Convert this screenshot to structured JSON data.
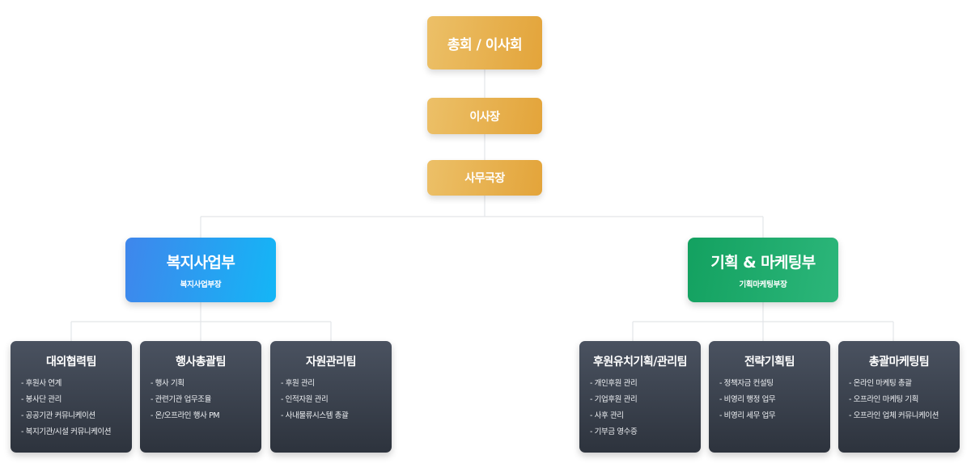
{
  "top": {
    "assembly": "총회 / 이사회",
    "chairman": "이사장",
    "secretary_general": "사무국장"
  },
  "divisions": [
    {
      "title": "복지사업부",
      "head": "복지사업부장",
      "color": "#3f86ec"
    },
    {
      "title": "기획 & 마케팅부",
      "head": "기획마케팅부장",
      "color": "#13a160"
    }
  ],
  "teams": [
    {
      "title": "대외협력팀",
      "duties": [
        "- 후원사 연계",
        "- 봉사단 관리",
        "- 공공기관 커뮤니케이션",
        "- 복지기관/시설 커뮤니케이션"
      ]
    },
    {
      "title": "행사총괄팀",
      "duties": [
        "- 행사 기획",
        "- 관련기관 업무조율",
        "- 온/오프라인 행사 PM"
      ]
    },
    {
      "title": "자원관리팀",
      "duties": [
        "- 후원 관리",
        "- 인적자원 관리",
        "- 사내물류시스템 총괄"
      ]
    },
    {
      "title": "후원유치기획/관리팀",
      "duties": [
        "- 개인후원 관리",
        "- 기업후원 관리",
        "- 사후 관리",
        "- 기부금 영수증"
      ]
    },
    {
      "title": "전략기획팀",
      "duties": [
        "- 정책자금 컨설팅",
        "- 비영리 행정 업무",
        "- 비영리 세무 업무"
      ]
    },
    {
      "title": "총괄마케팅팀",
      "duties": [
        "- 온라인 마케팅 총괄",
        "- 오프라인 마케팅 기획",
        "- 오프라인 업체 커뮤니케이션"
      ]
    }
  ],
  "colors": {
    "gold": "#e3a43a",
    "team_bg": "#2d333d",
    "connector": "#e3e5e8"
  }
}
